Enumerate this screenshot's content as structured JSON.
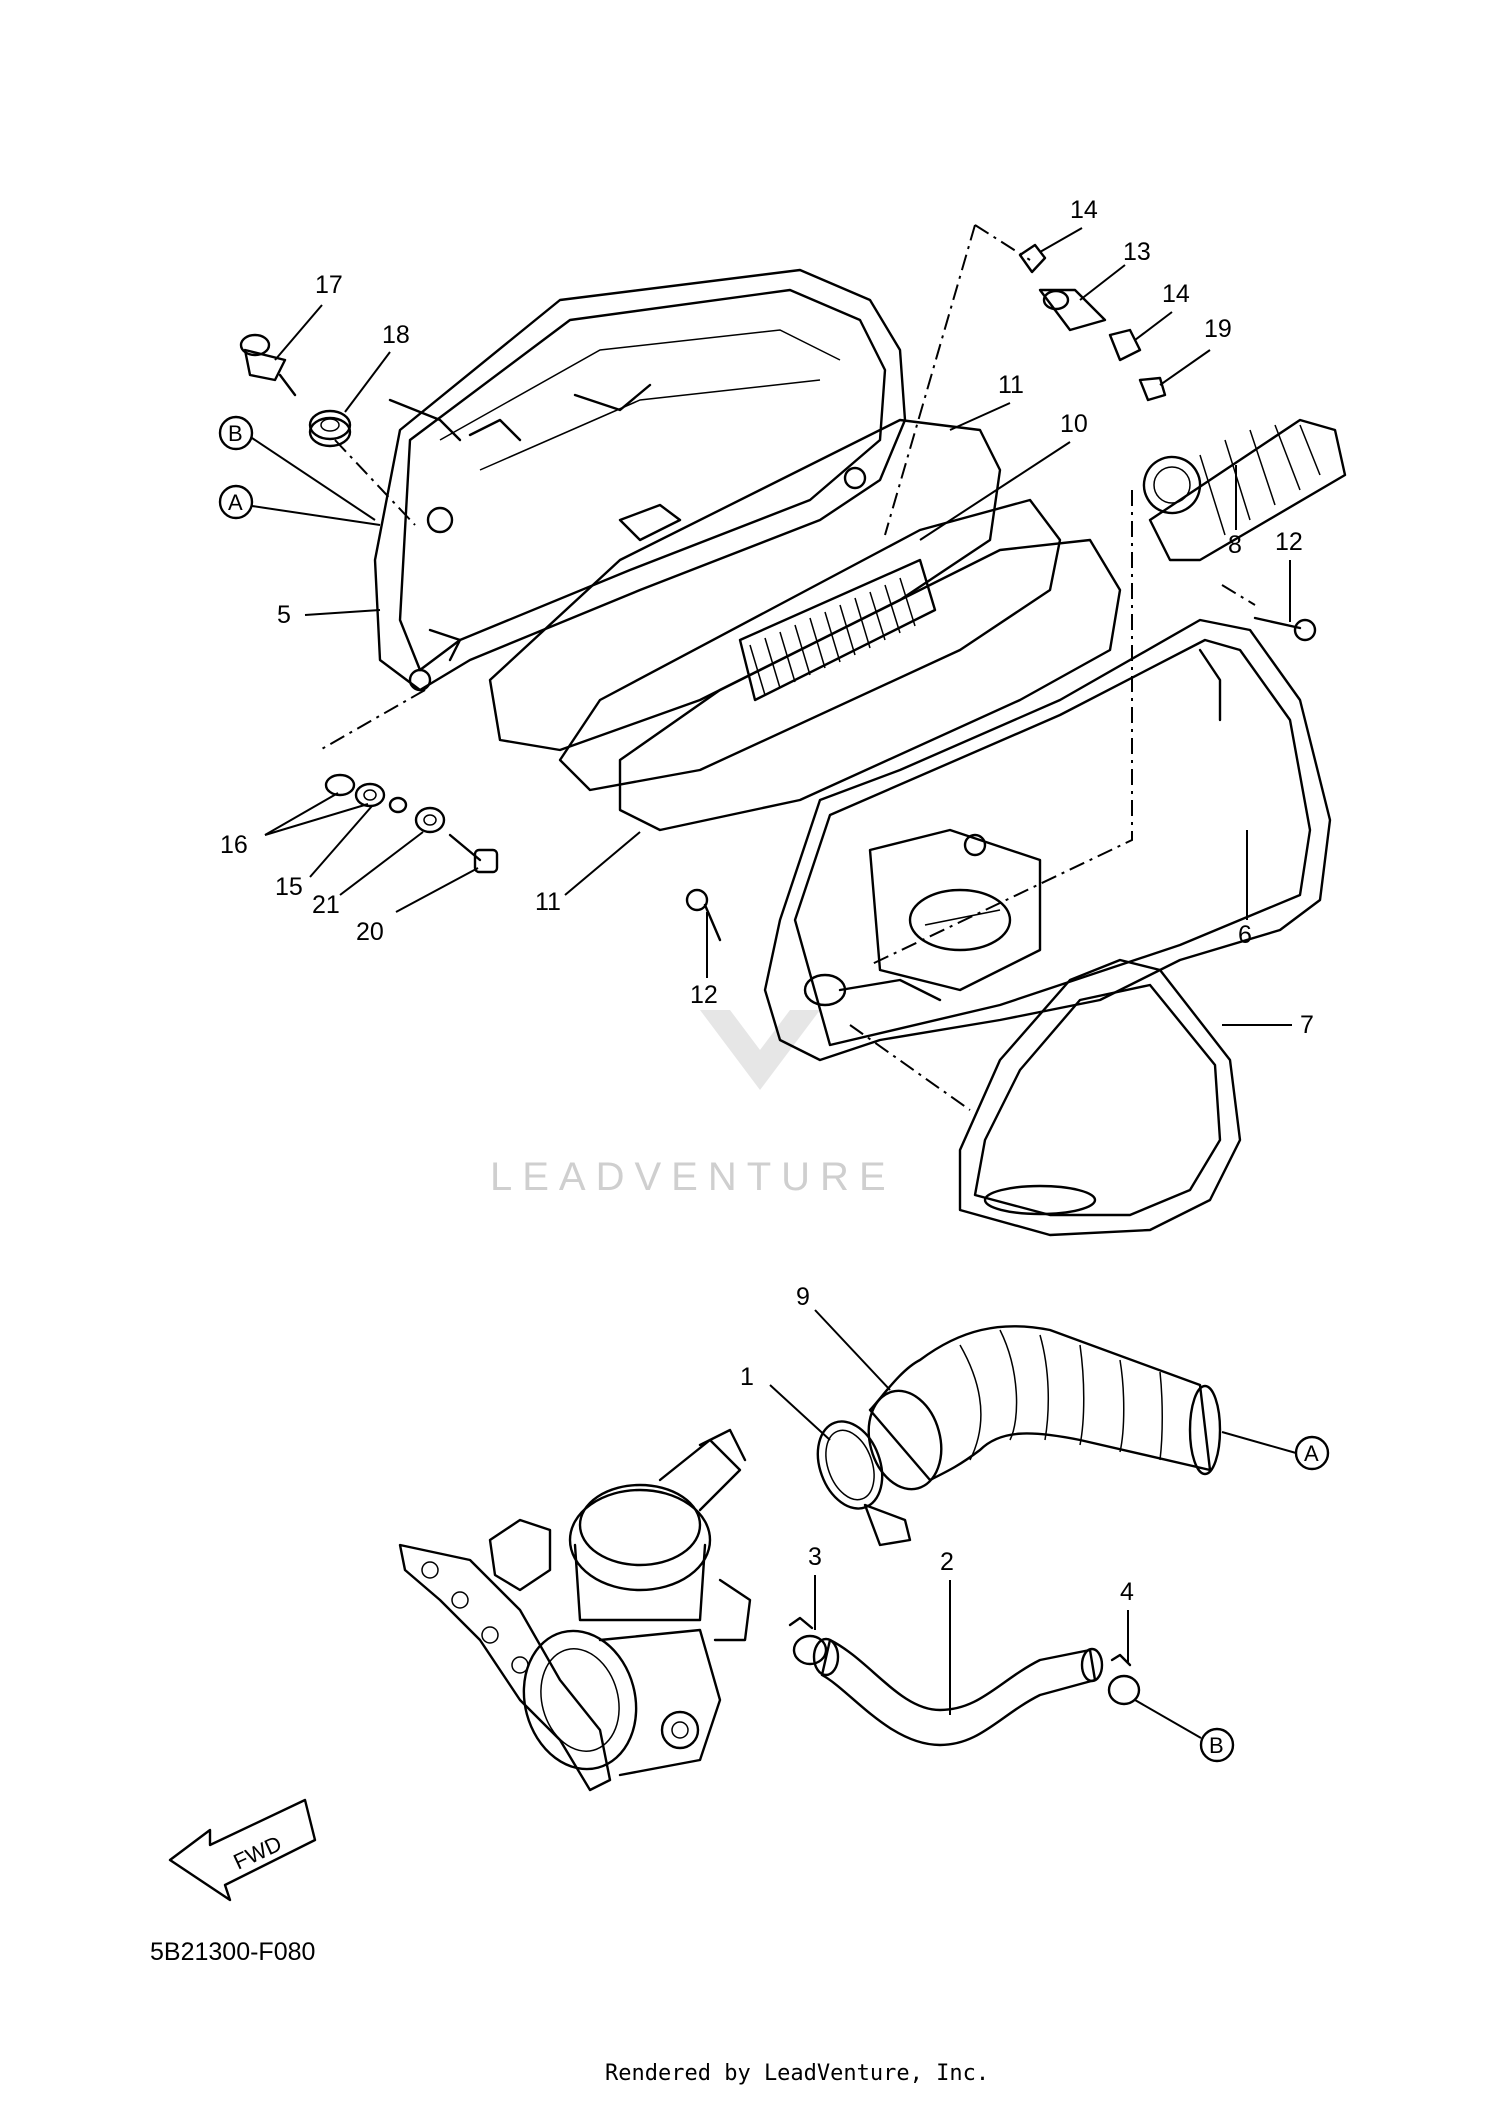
{
  "diagram_code": "5B21300-F080",
  "footer_text": "Rendered by LeadVenture, Inc.",
  "watermark": "LEADVENTURE",
  "fwd_label": "FWD",
  "ref_marks": {
    "a": "A",
    "b": "B"
  },
  "callouts": {
    "c1": "1",
    "c2": "2",
    "c3": "3",
    "c4": "4",
    "c5": "5",
    "c6": "6",
    "c7": "7",
    "c8": "8",
    "c9": "9",
    "c10": "10",
    "c11a": "11",
    "c11b": "11",
    "c12a": "12",
    "c12b": "12",
    "c13": "13",
    "c14a": "14",
    "c14b": "14",
    "c15": "15",
    "c16": "16",
    "c17": "17",
    "c18": "18",
    "c19": "19",
    "c20": "20",
    "c21": "21"
  },
  "icons": [
    "fwd-arrow-icon"
  ]
}
